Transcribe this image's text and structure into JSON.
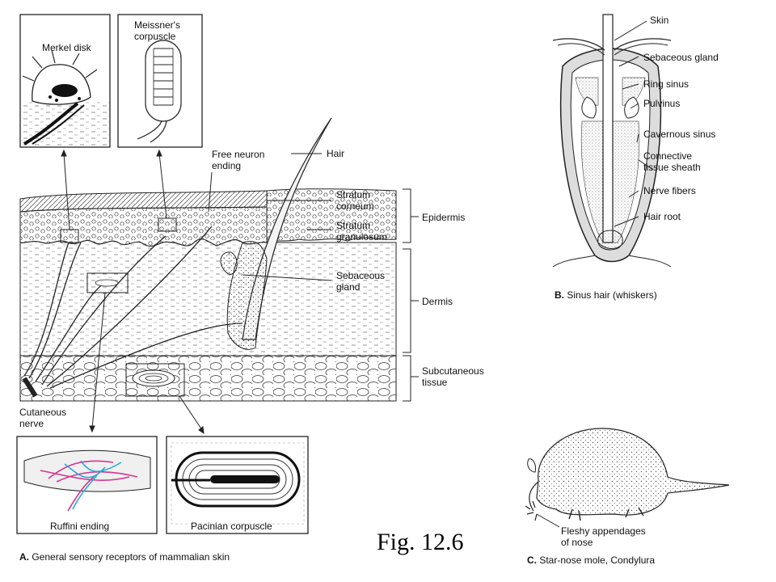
{
  "figure_number": "Fig. 12.6",
  "panel_a": {
    "letter": "A.",
    "caption": "General sensory receptors of mammalian skin",
    "labels": {
      "merkel": "Merkel disk",
      "meissner_1": "Meissner's",
      "meissner_2": "corpuscle",
      "free_1": "Free neuron",
      "free_2": "ending",
      "hair": "Hair",
      "corneum_1": "Stratum",
      "corneum_2": "corneum",
      "granulosum_1": "Stratum",
      "granulosum_2": "granulosum",
      "epidermis": "Epidermis",
      "sebaceous_1": "Sebaceous",
      "sebaceous_2": "gland",
      "dermis": "Dermis",
      "subcut_1": "Subcutaneous",
      "subcut_2": "tissue",
      "nerve_1": "Cutaneous",
      "nerve_2": "nerve",
      "ruffini": "Ruffini ending",
      "pacinian": "Pacinian corpuscle"
    }
  },
  "panel_b": {
    "letter": "B.",
    "caption": "Sinus hair (whiskers)",
    "labels": {
      "skin": "Skin",
      "sebaceous": "Sebaceous gland",
      "ring": "Ring sinus",
      "pulvinus": "Pulvinus",
      "cavernous": "Cavernous sinus",
      "connective_1": "Connective",
      "connective_2": "tissue sheath",
      "nerve": "Nerve fibers",
      "root": "Hair root"
    }
  },
  "panel_c": {
    "letter": "C.",
    "caption": "Star-nose mole, Condylura",
    "labels": {
      "fleshy_1": "Fleshy appendages",
      "fleshy_2": "of nose"
    }
  },
  "colors": {
    "ruffini_magenta": "#d6338f",
    "ruffini_cyan": "#2aa7d9",
    "ink": "#111111"
  }
}
